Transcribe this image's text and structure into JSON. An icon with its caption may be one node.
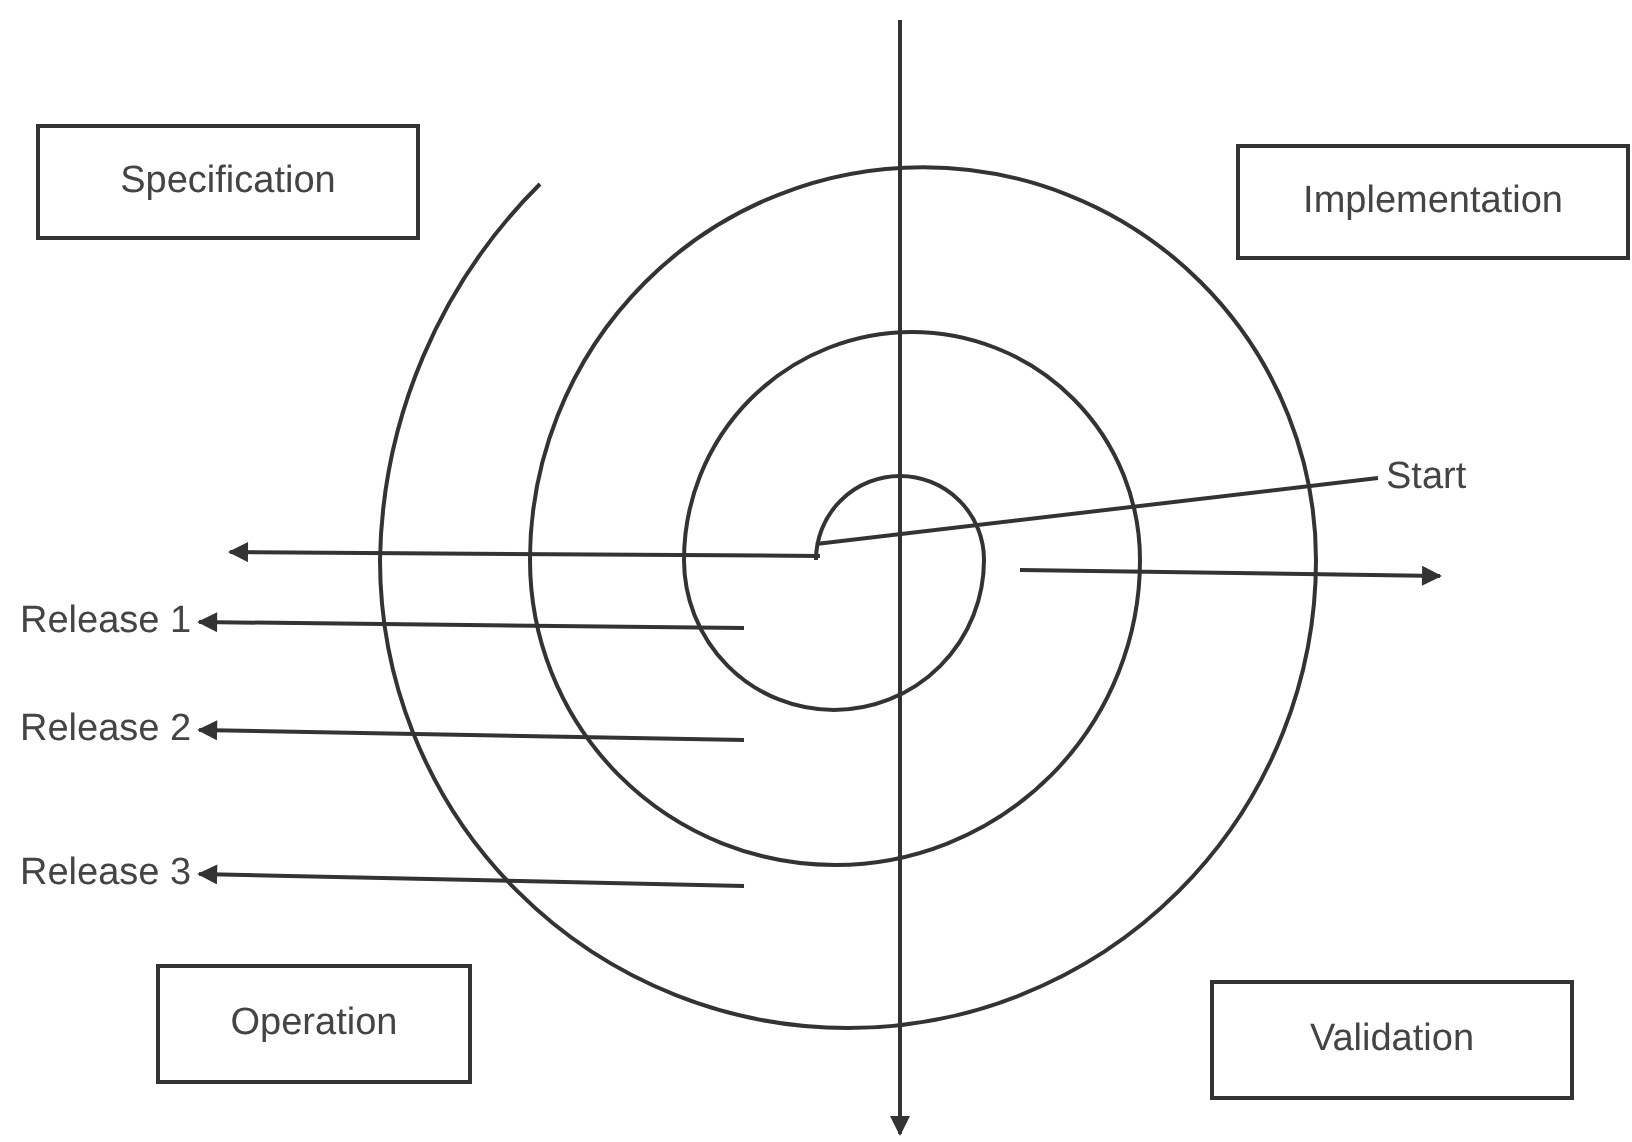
{
  "diagram": {
    "nodes": [
      {
        "text": [
          "Specification"
        ]
      },
      {
        "text": [
          "Implementation"
        ]
      },
      {
        "text": [
          "Start"
        ]
      },
      {
        "text": [
          "Release 1"
        ]
      },
      {
        "text": [
          "Release 2"
        ]
      },
      {
        "text": [
          "Release 3"
        ]
      },
      {
        "text": [
          "Operation"
        ]
      },
      {
        "text": [
          "Validation"
        ]
      }
    ],
    "edges": [
      {
        "from": 2,
        "to": null,
        "arrow": "none"
      },
      {
        "from": null,
        "to": 3,
        "arrow": "to"
      },
      {
        "from": null,
        "to": 4,
        "arrow": "to"
      },
      {
        "from": null,
        "to": 5,
        "arrow": "to"
      }
    ]
  }
}
